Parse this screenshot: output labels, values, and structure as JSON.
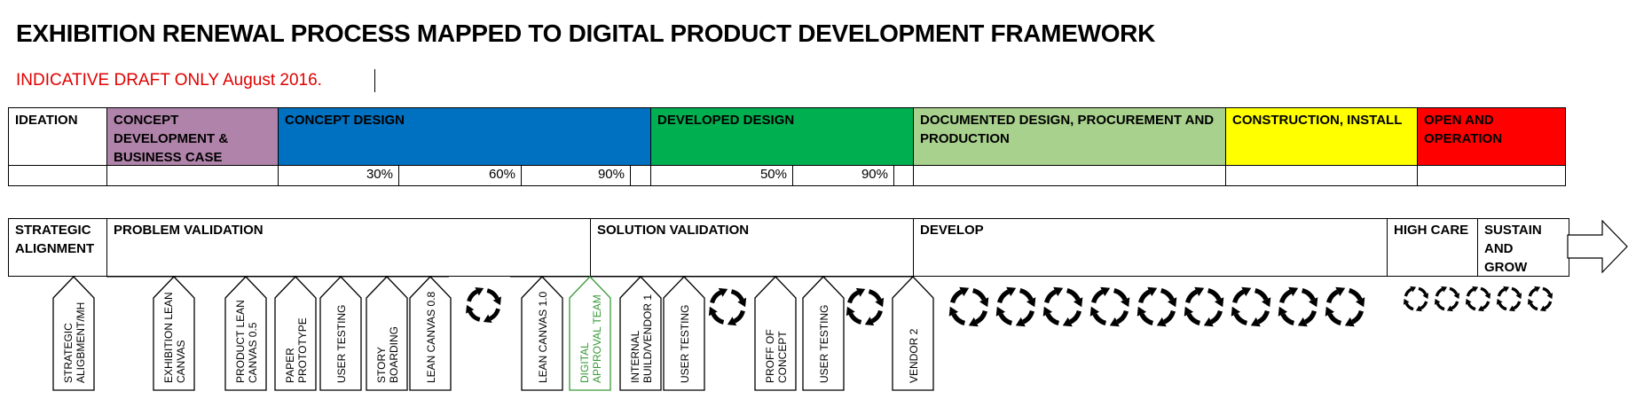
{
  "title": "EXHIBITION RENEWAL PROCESS MAPPED TO DIGITAL PRODUCT DEVELOPMENT FRAMEWORK",
  "subtitle": "INDICATIVE DRAFT ONLY August 2016.",
  "colors": {
    "ideation": "#ffffff",
    "concept_dev": "#b084aa",
    "concept_design": "#0070c0",
    "developed_design": "#00b050",
    "documented_design": "#a9d18e",
    "construction": "#ffff00",
    "open_operation": "#ff0000",
    "red_text": "#e00000",
    "approval_green": "#3a9a3a"
  },
  "stages": [
    {
      "label": "IDEATION"
    },
    {
      "label": "CONCEPT DEVELOPMENT & BUSINESS CASE"
    },
    {
      "label": "CONCEPT DESIGN"
    },
    {
      "label": "DEVELOPED DESIGN"
    },
    {
      "label": "DOCUMENTED DESIGN, PROCUREMENT AND PRODUCTION"
    },
    {
      "label": "CONSTRUCTION, INSTALL"
    },
    {
      "label": "OPEN AND OPERATION"
    }
  ],
  "progress": {
    "concept_design": [
      "30%",
      "60%",
      "90%",
      ""
    ],
    "developed_design": [
      "50%",
      "90%",
      ""
    ]
  },
  "phases": [
    {
      "label": "STRATEGIC ALIGNMENT"
    },
    {
      "label": "PROBLEM VALIDATION"
    },
    {
      "label": "SOLUTION VALIDATION"
    },
    {
      "label": "DEVELOP"
    },
    {
      "label": "HIGH CARE"
    },
    {
      "label": "SUSTAIN AND GROW"
    }
  ],
  "tags": [
    {
      "lines": [
        "STRATEGIC",
        "ALIGBMENT/MH"
      ],
      "highlight": false
    },
    {
      "lines": [
        "EXHIBITION LEAN",
        "CANVAS"
      ],
      "highlight": false
    },
    {
      "lines": [
        "PRODUCT LEAN",
        "CANVAS 0.5"
      ],
      "highlight": false
    },
    {
      "lines": [
        "PAPER",
        "PROTOTYPE"
      ],
      "highlight": false
    },
    {
      "lines": [
        "USER TESTING"
      ],
      "highlight": false
    },
    {
      "lines": [
        "STORY",
        "BOARDING"
      ],
      "highlight": false
    },
    {
      "lines": [
        "LEAN CANVAS 0.8"
      ],
      "highlight": false
    },
    {
      "lines": [
        "LEAN CANVAS 1.0"
      ],
      "highlight": false
    },
    {
      "lines": [
        "DIGITAL",
        "APPROVAL TEAM"
      ],
      "highlight": true
    },
    {
      "lines": [
        "INTERNAL",
        "BUILD/VENDOR 1"
      ],
      "highlight": false
    },
    {
      "lines": [
        "USER TESTING"
      ],
      "highlight": false
    },
    {
      "lines": [
        "PROFF OF",
        "CONCEPT"
      ],
      "highlight": false
    },
    {
      "lines": [
        "USER TESTING"
      ],
      "highlight": false
    },
    {
      "lines": [
        "VENDOR 2"
      ],
      "highlight": false
    }
  ],
  "icons": {
    "cycle": "cycle-arrows-icon",
    "arrow": "right-arrow-icon"
  }
}
